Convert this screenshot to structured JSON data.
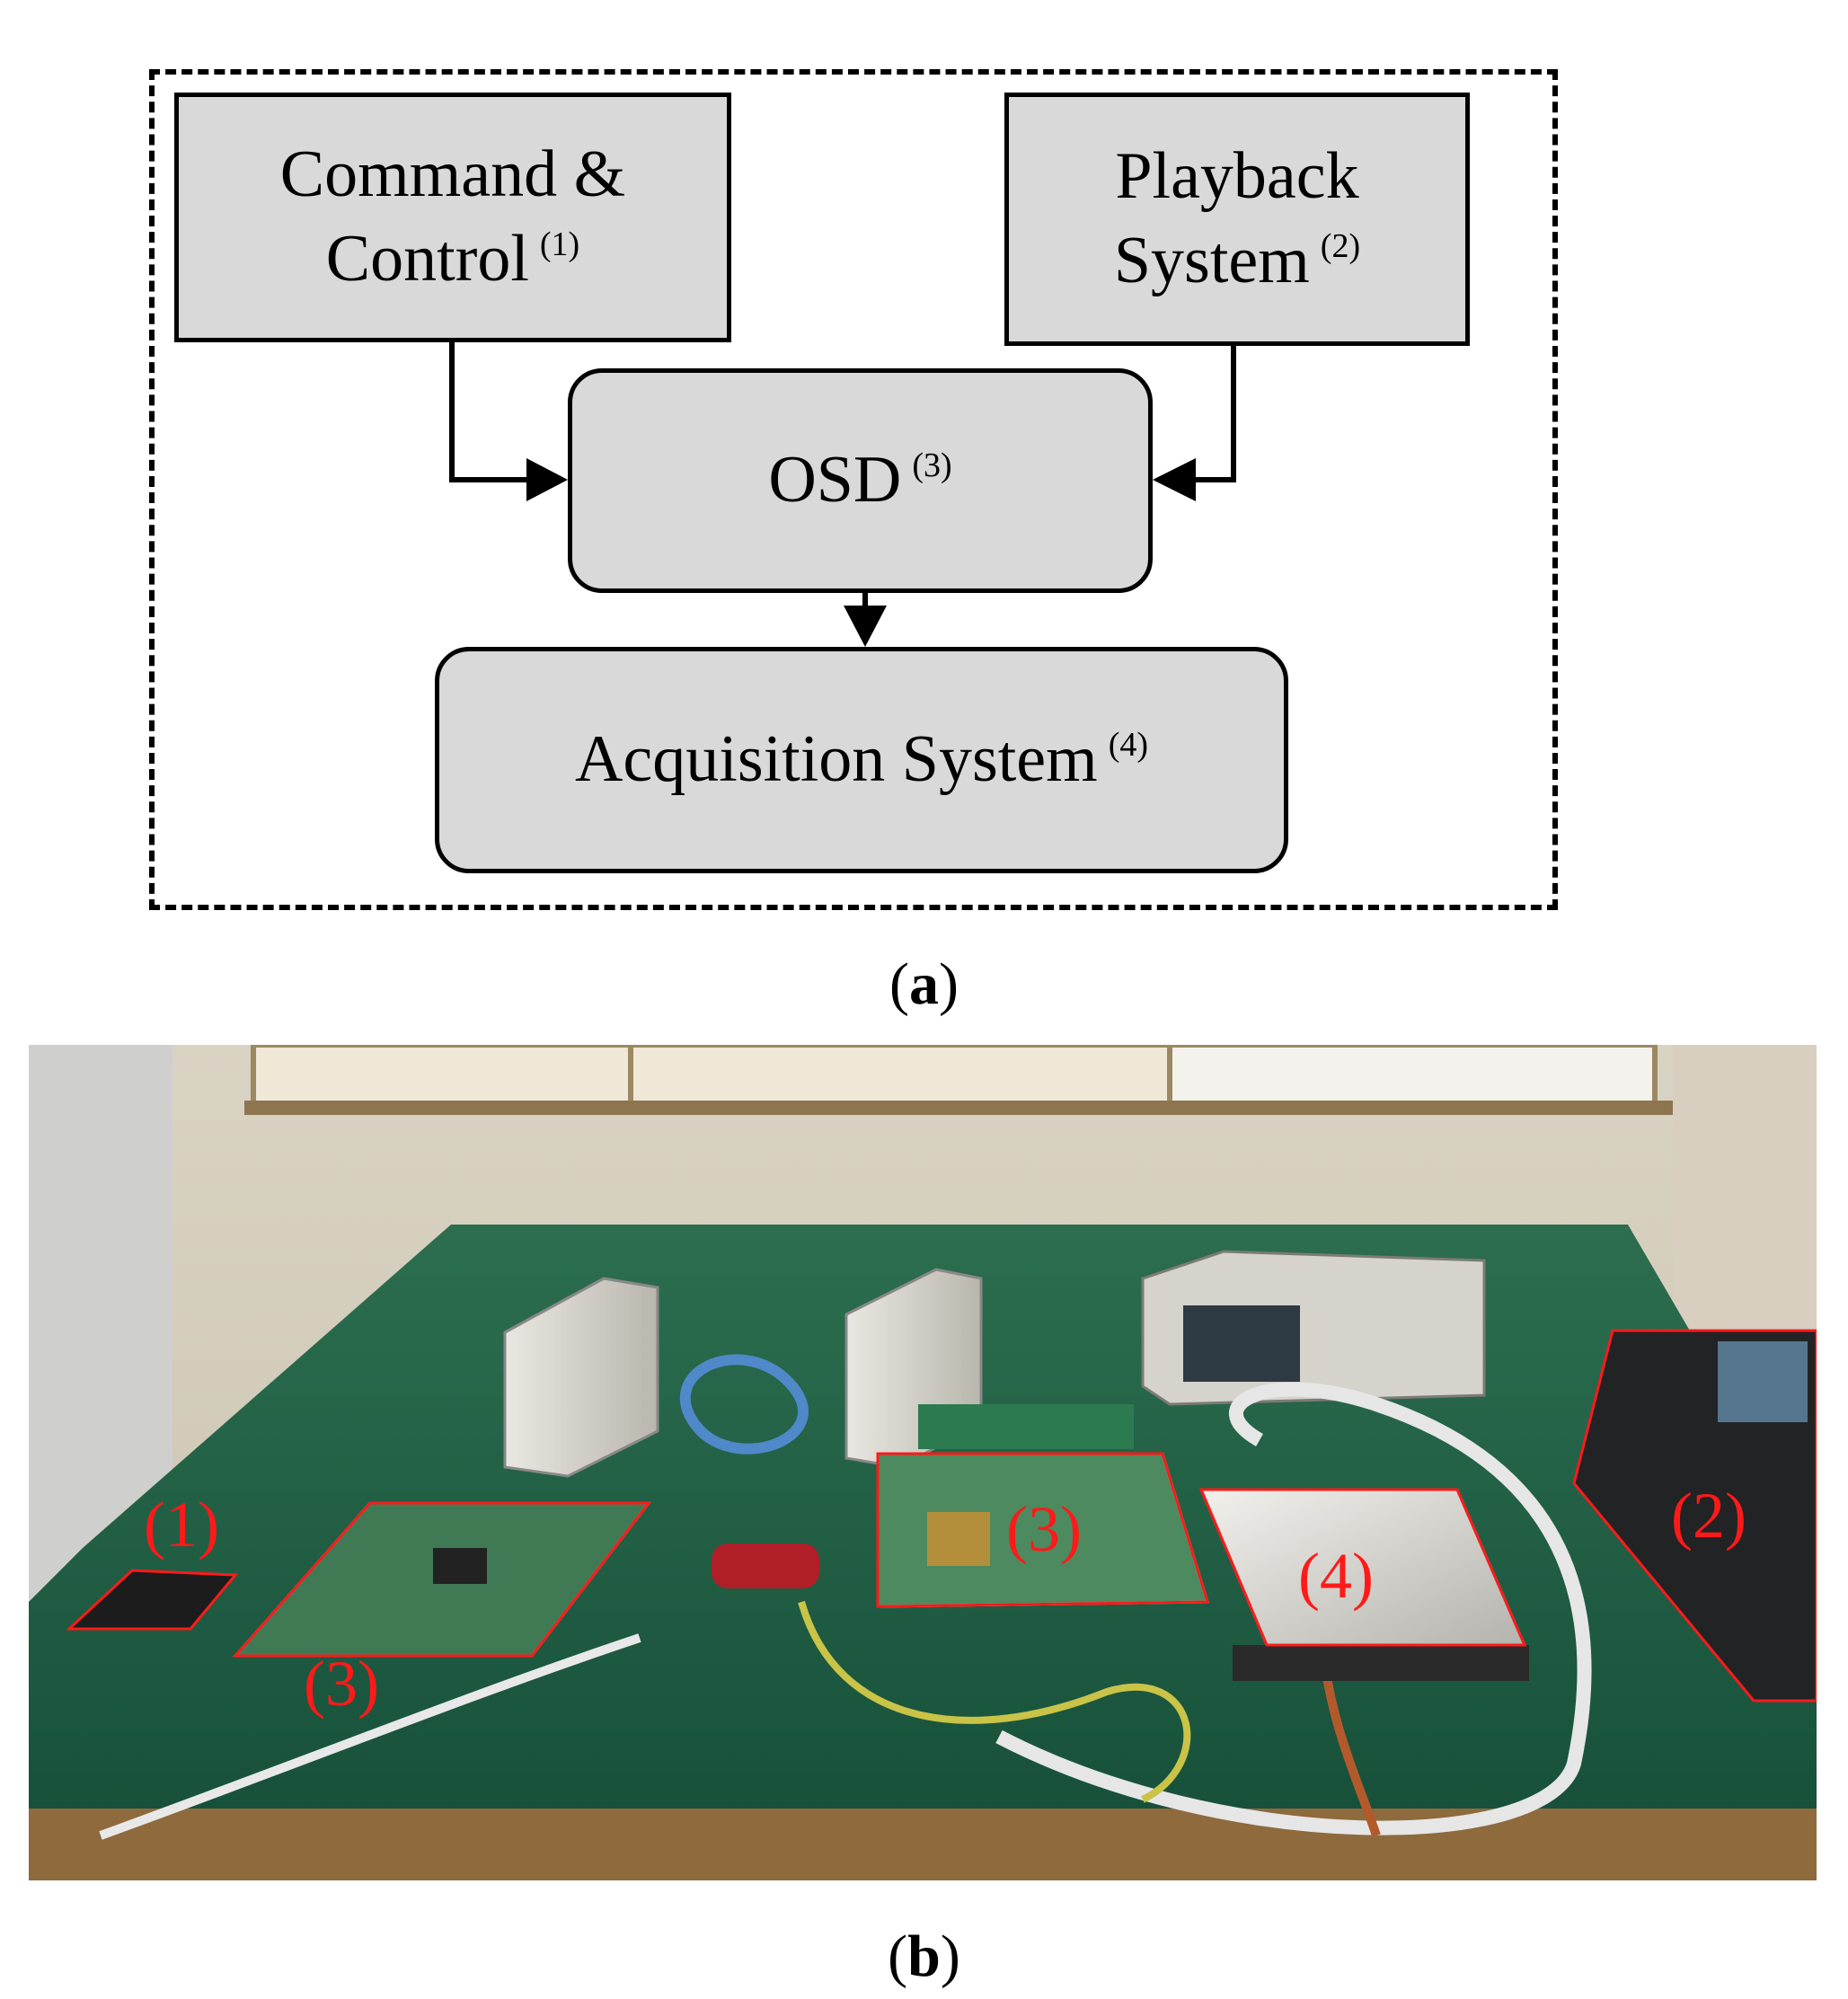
{
  "panel_a": {
    "nodes": {
      "command_control": {
        "line1": "Command &",
        "line2": "Control",
        "ref": "(1)"
      },
      "playback": {
        "line1": "Playback",
        "line2": "System",
        "ref": "(2)"
      },
      "osd": {
        "label": "OSD",
        "ref": "(3)"
      },
      "acquisition": {
        "label": "Acquisition System",
        "ref": "(4)"
      }
    },
    "edges": [
      {
        "from": "command_control",
        "to": "osd"
      },
      {
        "from": "playback",
        "to": "osd"
      },
      {
        "from": "osd",
        "to": "acquisition"
      }
    ],
    "caption": {
      "open": "(",
      "letter": "a",
      "close": ")"
    }
  },
  "panel_b": {
    "markers": {
      "m1": "(1)",
      "m2": "(2)",
      "m3_left": "(3)",
      "m3_right": "(3)",
      "m4": "(4)"
    },
    "caption": {
      "open": "(",
      "letter": "b",
      "close": ")"
    }
  },
  "colors": {
    "node_fill": "#d9d9d9",
    "marker": "#ff1a1a",
    "bench": "#1f5c40"
  }
}
